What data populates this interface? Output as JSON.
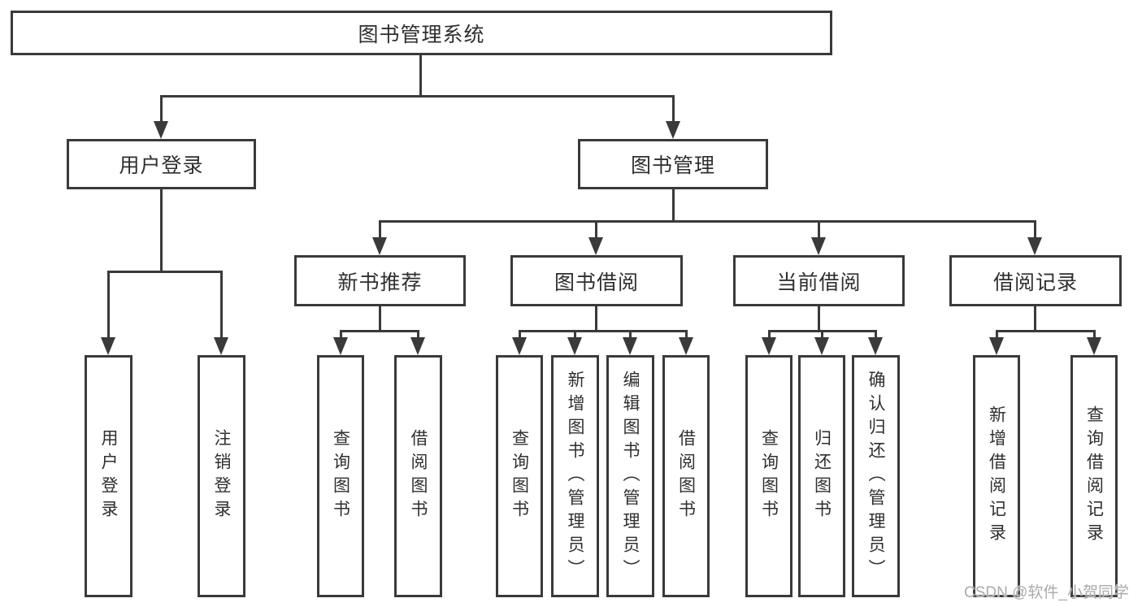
{
  "diagram_title": "图书管理系统",
  "colors": {
    "line": "#3a3a3a",
    "box_border": "#3a3a3a",
    "text": "#2f2f2f",
    "background": "#ffffff",
    "watermark": "#ababab"
  },
  "watermark": {
    "text": "CSDN @软件_小贺同学"
  },
  "tree": {
    "label": "图书管理系统",
    "children": [
      {
        "label": "用户登录",
        "children": [
          {
            "label": "用户登录"
          },
          {
            "label": "注销登录"
          }
        ]
      },
      {
        "label": "图书管理",
        "children": [
          {
            "label": "新书推荐",
            "children": [
              {
                "label": "查询图书"
              },
              {
                "label": "借阅图书"
              }
            ]
          },
          {
            "label": "图书借阅",
            "children": [
              {
                "label": "查询图书"
              },
              {
                "label": "新增图书（管理员）"
              },
              {
                "label": "编辑图书（管理员）"
              },
              {
                "label": "借阅图书"
              }
            ]
          },
          {
            "label": "当前借阅",
            "children": [
              {
                "label": "查询图书"
              },
              {
                "label": "归还图书"
              },
              {
                "label": "确认归还（管理员）"
              }
            ]
          },
          {
            "label": "借阅记录",
            "children": [
              {
                "label": "新增借阅记录"
              },
              {
                "label": "查询借阅记录"
              }
            ]
          }
        ]
      }
    ]
  }
}
